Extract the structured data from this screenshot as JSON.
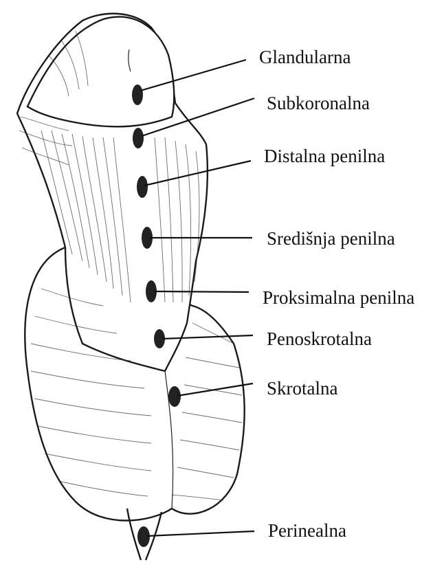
{
  "labels": [
    {
      "id": "glandular",
      "text": "Glandularna"
    },
    {
      "id": "subcoronal",
      "text": "Subkoronalna"
    },
    {
      "id": "distal-penile",
      "text": "Distalna penilna"
    },
    {
      "id": "mid-penile",
      "text": "Središnja penilna"
    },
    {
      "id": "proximal-penile",
      "text": "Proksimalna penilna"
    },
    {
      "id": "penoscrotal",
      "text": "Penoskrotalna"
    },
    {
      "id": "scrotal",
      "text": "Skrotalna"
    },
    {
      "id": "perineal",
      "text": "Perinealna"
    }
  ]
}
